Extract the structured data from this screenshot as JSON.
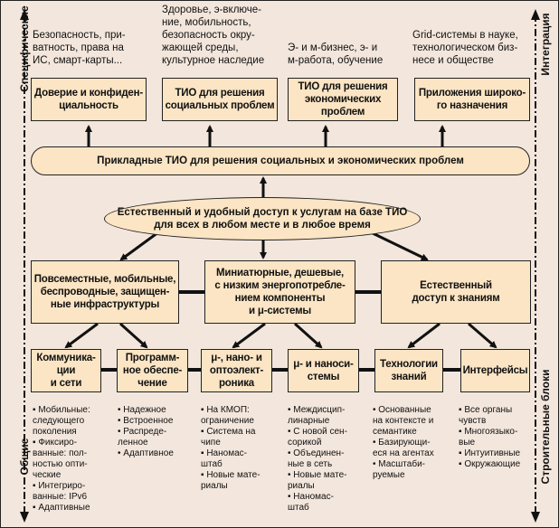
{
  "axes": {
    "left_top": "Специфические",
    "left_bottom": "Общие",
    "right_top": "Интеграция",
    "right_bottom": "Строительные блоки"
  },
  "notes": [
    "Безопасность, при-\nватность, права на\nИС, смарт-карты...",
    "Здоровье, э-включе-\nние, мобильность,\nбезопасность окру-\nжающей среды,\nкультурное наследие",
    "Э- и м-бизнес, э- и\nм-работа, обучение",
    "Grid-системы в науке,\nтехнологическом биз-\nнесе и обществе"
  ],
  "top_boxes": [
    "Доверие и конфиден-\nциальность",
    "ТИО для решения\nсоциальных проблем",
    "ТИО для решения\nэкономических\nпроблем",
    "Приложения широко-\nго назначения"
  ],
  "applied_bar": "Прикладные ТИО для решения социальных и экономических проблем",
  "access_ellipse": "Естественный и удобный доступ к услугам на базе ТИО\nдля всех в любом месте и в любое время",
  "mid_boxes": [
    "Повсеместные, мобильные,\nбеспроводные, защищен-\nные инфраструктуры",
    "Миниатюрные, дешевые,\nс низким энергопотребле-\nнием компоненты\nи μ-системы",
    "Естественный\nдоступ к знаниям"
  ],
  "bottom_boxes": [
    "Коммуника-\nции\nи сети",
    "Программ-\nное обеспе-\nчение",
    "μ-, нано- и\nоптоэлект-\nроника",
    "μ- и наноси-\nстемы",
    "Технологии\nзнаний",
    "Интерфейсы"
  ],
  "bullets": [
    [
      "▪ Мобильные:\nследующего\nпоколения",
      "▪ Фиксиро-\nванные: пол-\nностью опти-\nческие",
      "▪ Интегриро-\nванные: IPv6",
      "▪ Адаптивные"
    ],
    [
      "• Надежное",
      "• Встроенное",
      "• Распреде-\nленное",
      "• Адаптивное"
    ],
    [
      "▪ На КМОП:\nограничение",
      "▪ Система на\nчипе",
      "▪ Наномас-\nштаб",
      "▪ Новые мате-\nриалы"
    ],
    [
      "• Междисцип-\nлинарные",
      "• С новой сен-\nсорикой",
      "• Объединен-\nные в сеть",
      "• Новые мате-\nриалы",
      "• Наномас-\nштаб"
    ],
    [
      "• Основанные\nна контексте и\nсемантике",
      "• Базирующи-\nеся на агентах",
      "• Масштаби-\nруемые"
    ],
    [
      "▪ Все органы\nчувств",
      "▪ Многоязыко-\nвые",
      "▪ Интуитивные",
      "▪ Окружающие"
    ]
  ],
  "colors": {
    "background": "#f3e6dc",
    "box_fill": "#fbe5c4",
    "stroke": "#222222"
  }
}
